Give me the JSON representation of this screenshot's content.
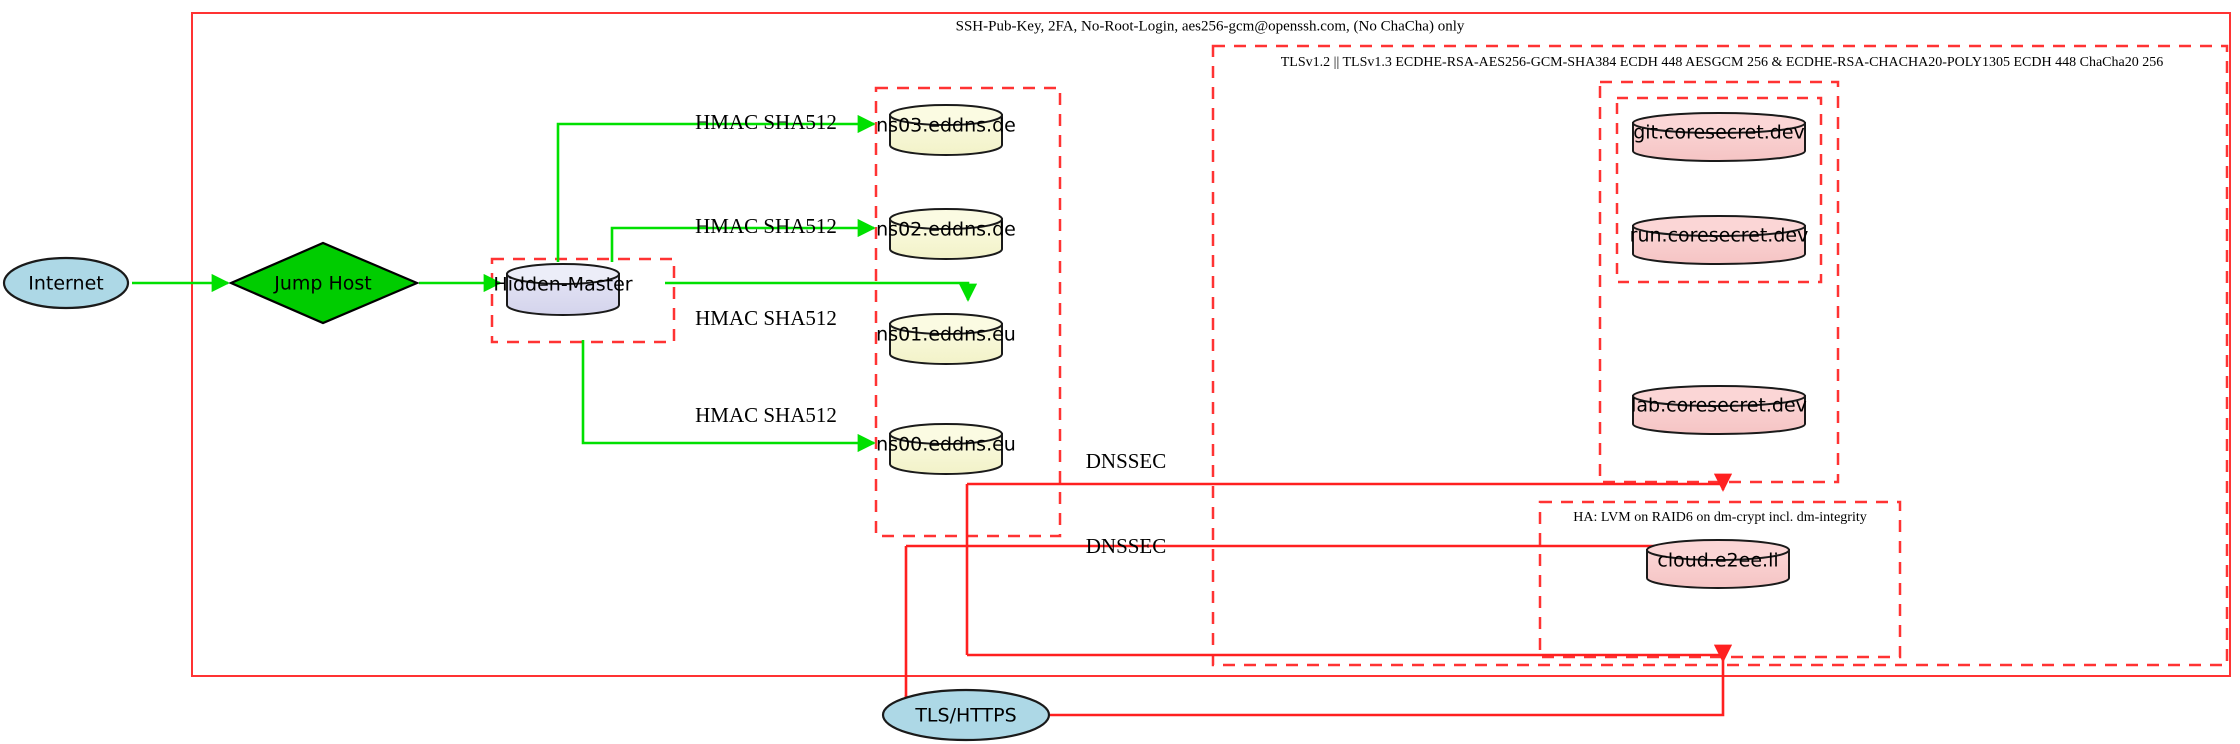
{
  "diagram": {
    "title_labels": {
      "ssh_policy": "SSH-Pub-Key, 2FA, No-Root-Login, aes256-gcm@openssh.com, (No ChaCha) only",
      "tls_policy": "TLSv1.2 || TLSv1.3 ECDHE-RSA-AES256-GCM-SHA384 ECDH 448 AESGCM 256 & ECDHE-RSA-CHACHA20-POLY1305 ECDH 448 ChaCha20 256",
      "ha_policy": "HA: LVM on RAID6 on dm-crypt incl. dm-integrity"
    },
    "nodes": {
      "internet": "Internet",
      "jump_host": "Jump Host",
      "hidden_master": "Hidden-Master",
      "ns03": "ns03.eddns.de",
      "ns02": "ns02.eddns.de",
      "ns01": "ns01.eddns.eu",
      "ns00": "ns00.eddns.eu",
      "git": "git.coresecret.dev",
      "run": "run.coresecret.dev",
      "lab": "lab.coresecret.dev",
      "cloud": "cloud.e2ee.li",
      "tls_https": "TLS/HTTPS"
    },
    "edge_labels": {
      "hmac_ns03": "HMAC SHA512",
      "hmac_ns02": "HMAC SHA512",
      "hmac_ns01": "HMAC SHA512",
      "hmac_ns00": "HMAC SHA512",
      "dnssec_upper": "DNSSEC",
      "dnssec_lower": "DNSSEC"
    },
    "colors": {
      "cluster_border": "#ff3333",
      "edge_green": "#00e000",
      "edge_red": "#ff2020",
      "node_dns_fill": "#f7f7d4",
      "node_master_fill": "#dcdcf0",
      "node_service_fill": "#f8cdcd",
      "node_net_fill": "#add8e6",
      "node_jump_fill": "#00cc00"
    }
  }
}
